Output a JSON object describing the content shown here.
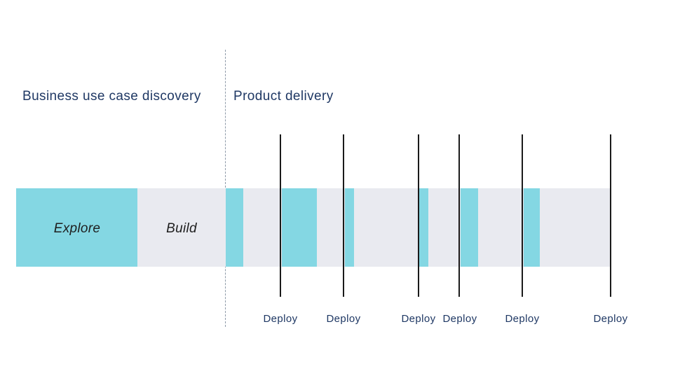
{
  "colors": {
    "background": "#ffffff",
    "accent_cyan": "#84d7e3",
    "track_gray": "#e9eaf0",
    "heading_navy": "#1f3864",
    "marker_black": "#1a1a1a",
    "divider_dash_gray": "#8e9aa8",
    "segment_text_dark": "#1e1e1e"
  },
  "phases": {
    "discovery": {
      "label": "Business use case discovery"
    },
    "delivery": {
      "label": "Product delivery"
    }
  },
  "timeline": {
    "explore_label": "Explore",
    "build_label": "Build"
  },
  "deploy_markers": [
    {
      "label": "Deploy"
    },
    {
      "label": "Deploy"
    },
    {
      "label": "Deploy"
    },
    {
      "label": "Deploy"
    },
    {
      "label": "Deploy"
    },
    {
      "label": "Deploy"
    }
  ]
}
